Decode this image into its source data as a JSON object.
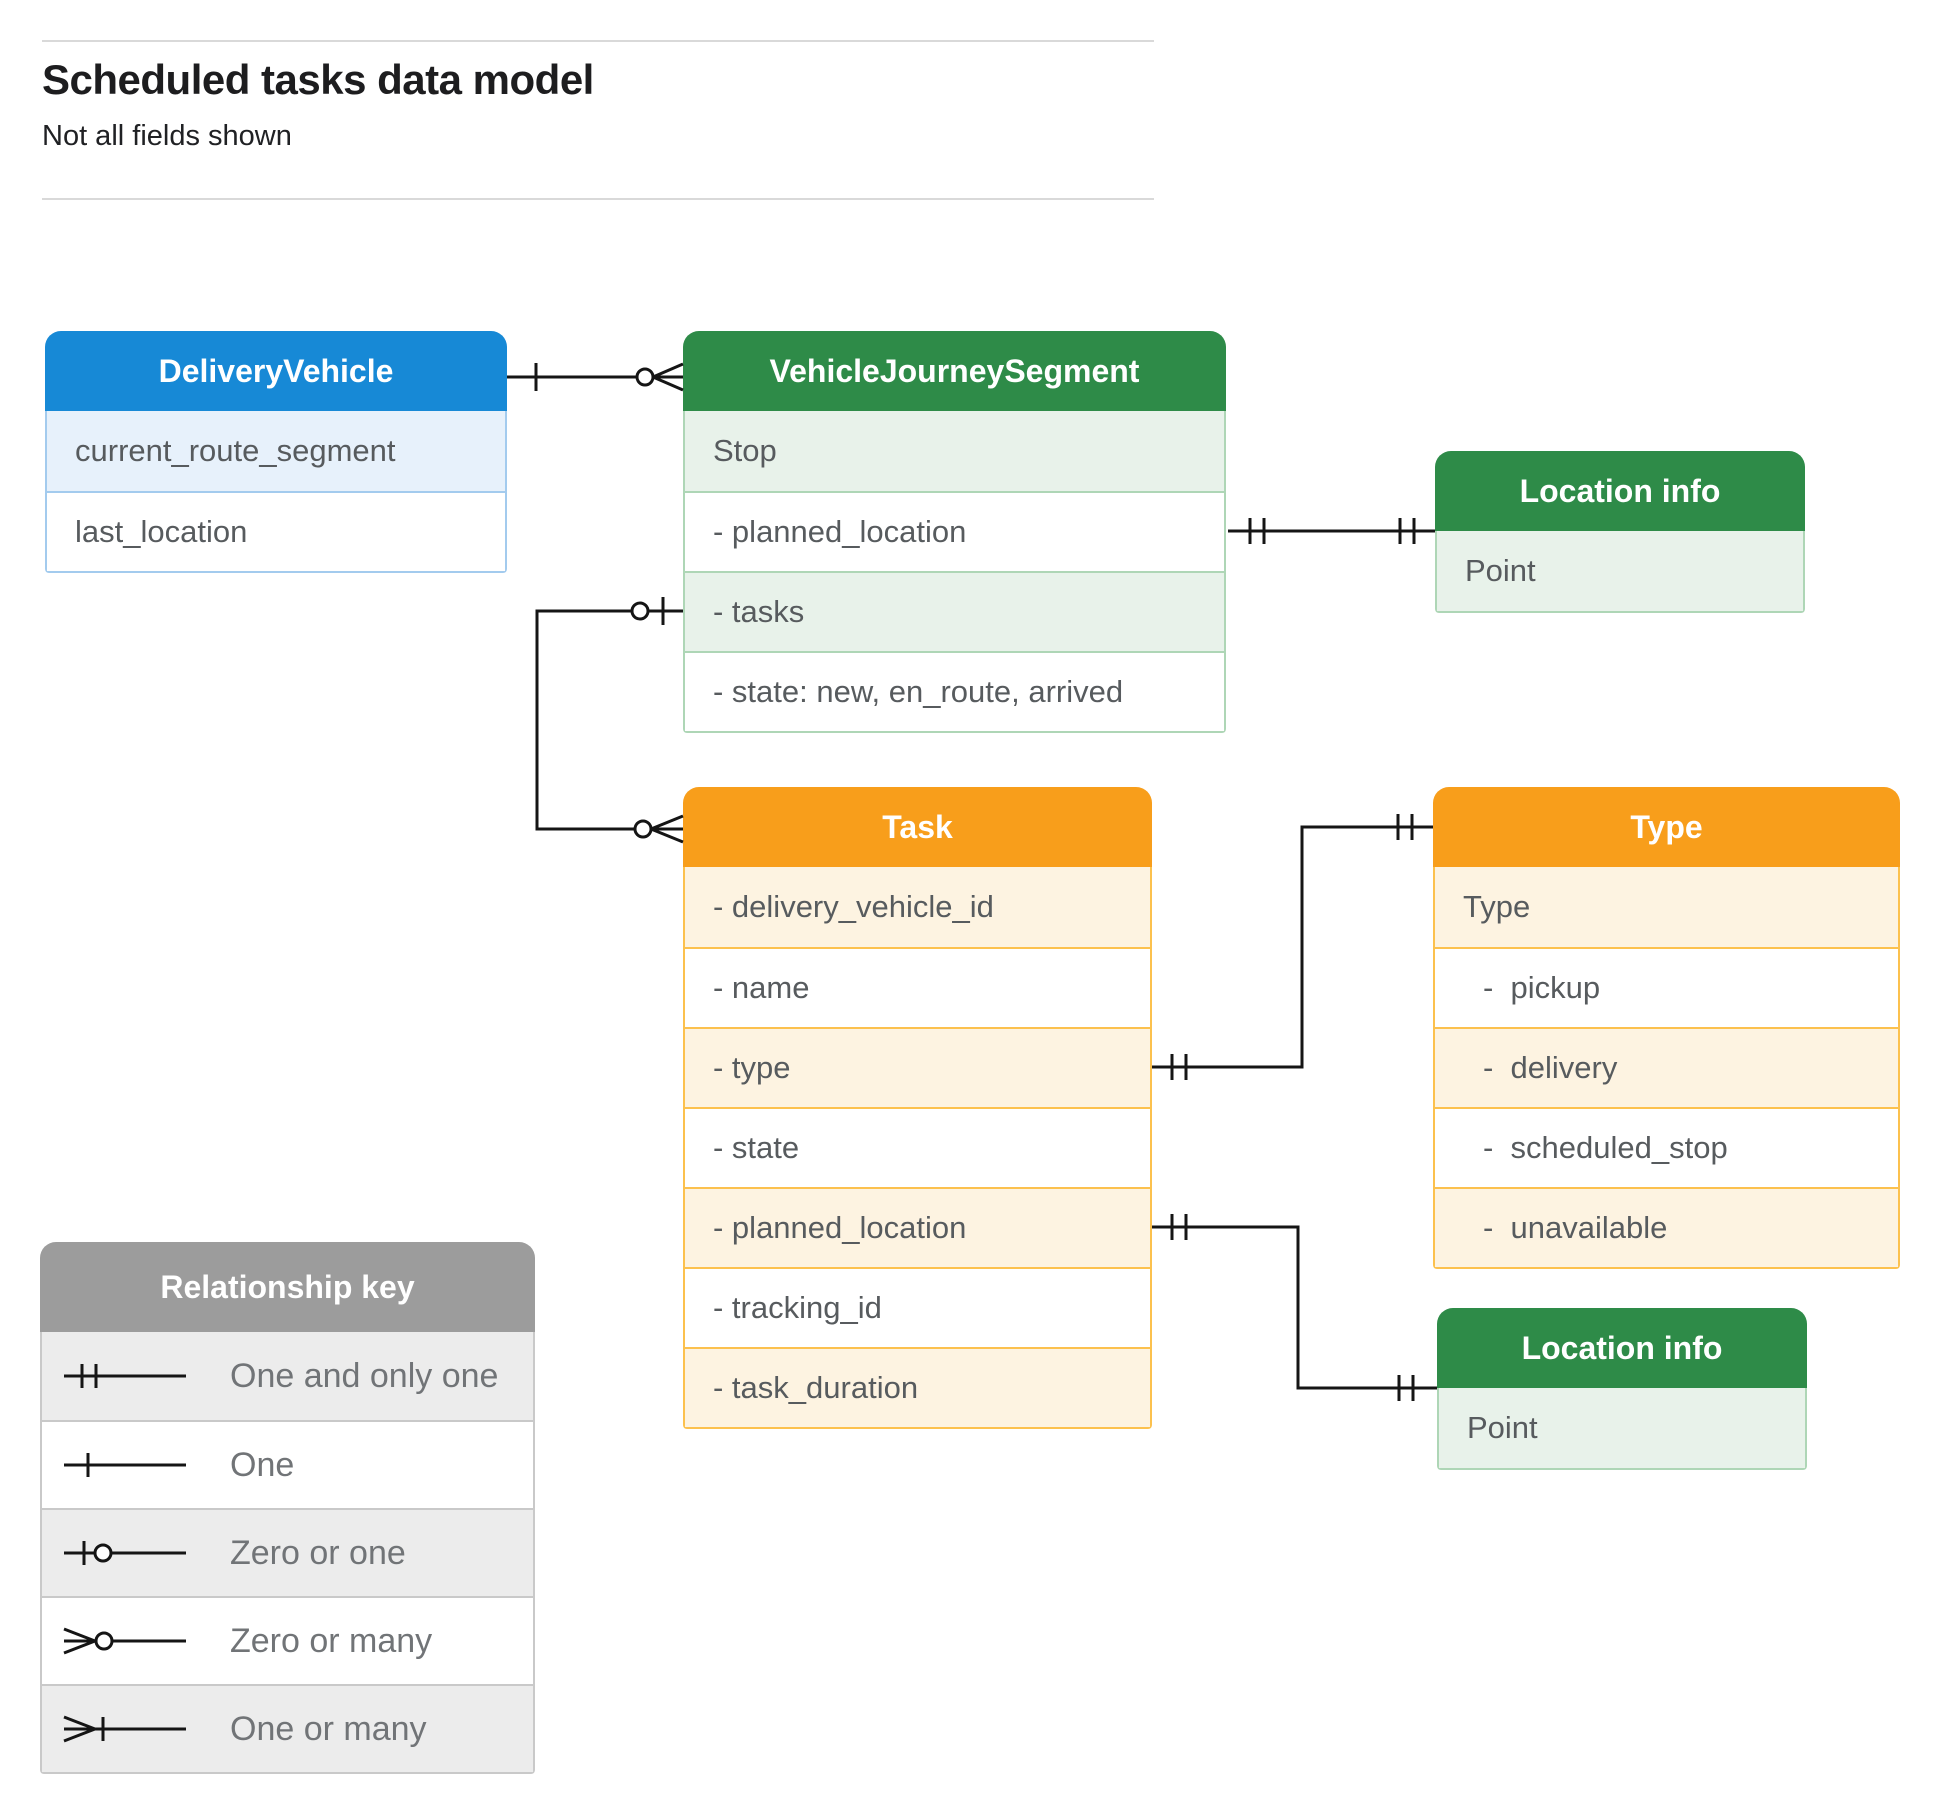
{
  "page": {
    "title": "Scheduled tasks data model",
    "subtitle": "Not all fields shown"
  },
  "entities": {
    "delivery_vehicle": {
      "title": "DeliveryVehicle",
      "fields": [
        "current_route_segment",
        "last_location"
      ]
    },
    "vehicle_journey_segment": {
      "title": "VehicleJourneySegment",
      "fields": [
        "Stop",
        "- planned_location",
        "- tasks",
        "- state: new, en_route, arrived"
      ]
    },
    "location_info_top": {
      "title": "Location info",
      "fields": [
        "Point"
      ]
    },
    "task": {
      "title": "Task",
      "fields": [
        "- delivery_vehicle_id",
        "- name",
        "- type",
        "- state",
        "- planned_location",
        "- tracking_id",
        "- task_duration"
      ]
    },
    "type": {
      "title": "Type",
      "fields": [
        "Type",
        "-  pickup",
        "-  delivery",
        "-  scheduled_stop",
        "-  unavailable"
      ]
    },
    "location_info_bottom": {
      "title": "Location info",
      "fields": [
        "Point"
      ]
    }
  },
  "legend": {
    "title": "Relationship key",
    "items": [
      "One and only one",
      "One",
      "Zero or one",
      "Zero or many",
      "One or many"
    ]
  },
  "colors": {
    "blue_header": "#1789d6",
    "blue_tint": "#e7f1fb",
    "green_header": "#2e8b48",
    "green_tint": "#e8f2ea",
    "orange_header": "#f89e1b",
    "orange_tint": "#fdf3e1",
    "legend_header": "#9c9c9c",
    "legend_tint": "#ececec",
    "connector": "#151515"
  }
}
